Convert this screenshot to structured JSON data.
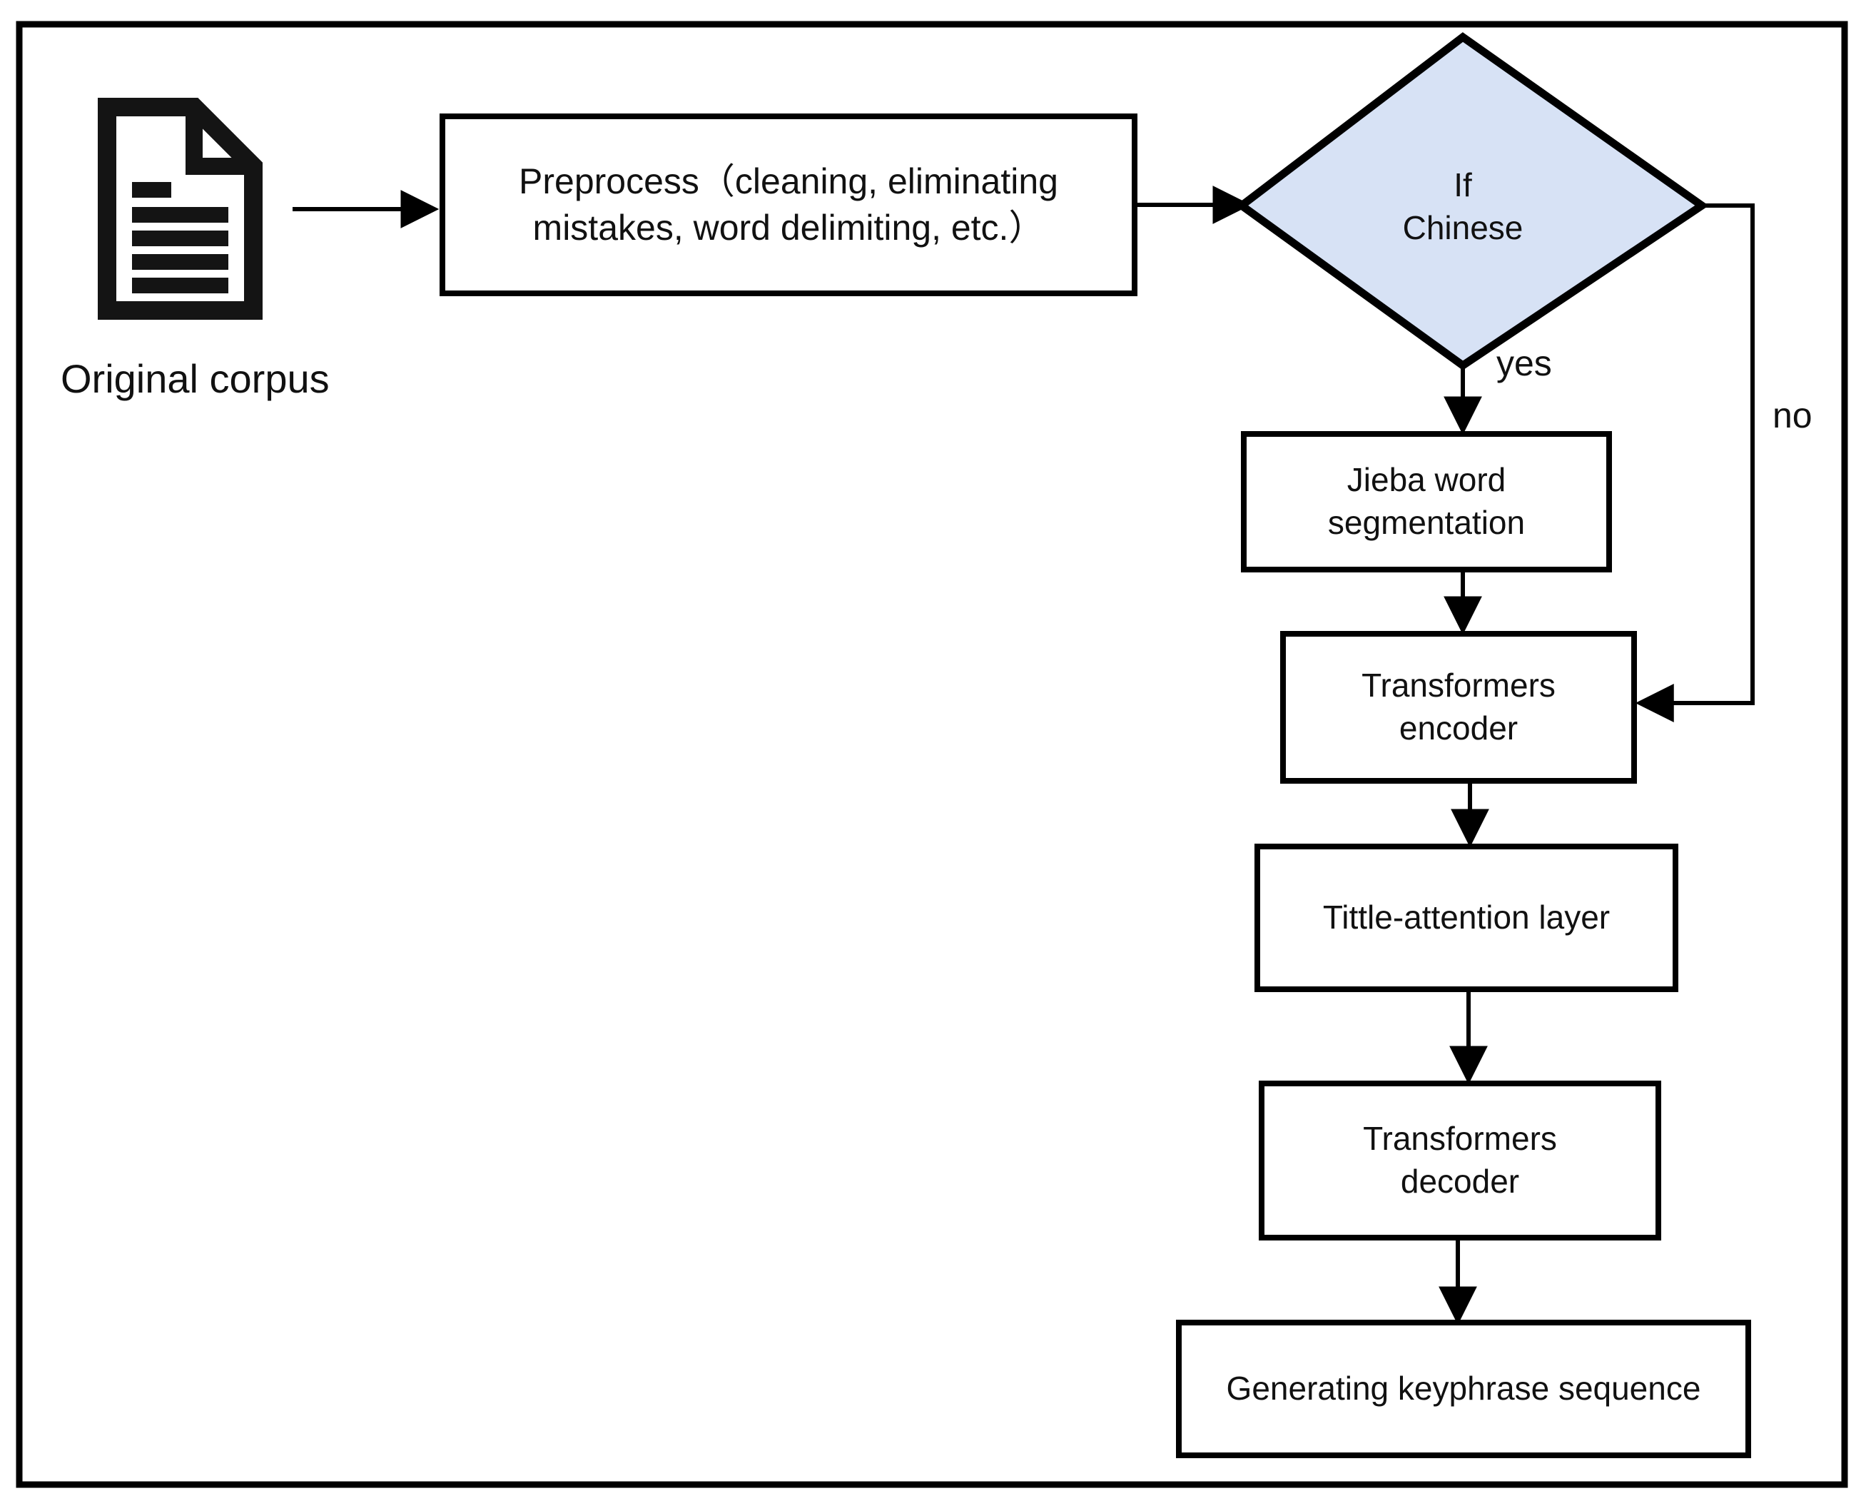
{
  "diagram": {
    "title": "Keyphrase generation pipeline flowchart",
    "frame_border_color": "#000000",
    "background_color": "#ffffff",
    "decision_fill_color": "#d7e2f5",
    "line_color": "#000000",
    "text_color": "#111111"
  },
  "source": {
    "icon": "document-icon",
    "caption": "Original corpus"
  },
  "nodes": [
    {
      "id": "preprocess",
      "shape": "process",
      "label": "Preprocess（cleaning, eliminating\nmistakes, word delimiting, etc.）"
    },
    {
      "id": "if-chinese",
      "shape": "decision",
      "label": "If\nChinese"
    },
    {
      "id": "jieba",
      "shape": "process",
      "label": "Jieba word\nsegmentation"
    },
    {
      "id": "encoder",
      "shape": "process",
      "label": "Transformers\nencoder"
    },
    {
      "id": "attention",
      "shape": "process",
      "label": "Tittle-attention layer"
    },
    {
      "id": "decoder",
      "shape": "process",
      "label": "Transformers\ndecoder"
    },
    {
      "id": "output",
      "shape": "process",
      "label": "Generating keyphrase sequence"
    }
  ],
  "edges": [
    {
      "id": "corpus-to-preprocess",
      "from": "source",
      "to": "preprocess",
      "label": ""
    },
    {
      "id": "preprocess-to-decision",
      "from": "preprocess",
      "to": "if-chinese",
      "label": ""
    },
    {
      "id": "decision-yes",
      "from": "if-chinese",
      "to": "jieba",
      "label": "yes"
    },
    {
      "id": "decision-no",
      "from": "if-chinese",
      "to": "encoder",
      "label": "no"
    },
    {
      "id": "jieba-to-encoder",
      "from": "jieba",
      "to": "encoder",
      "label": ""
    },
    {
      "id": "encoder-to-attention",
      "from": "encoder",
      "to": "attention",
      "label": ""
    },
    {
      "id": "attention-to-decoder",
      "from": "attention",
      "to": "decoder",
      "label": ""
    },
    {
      "id": "decoder-to-output",
      "from": "decoder",
      "to": "output",
      "label": ""
    }
  ]
}
